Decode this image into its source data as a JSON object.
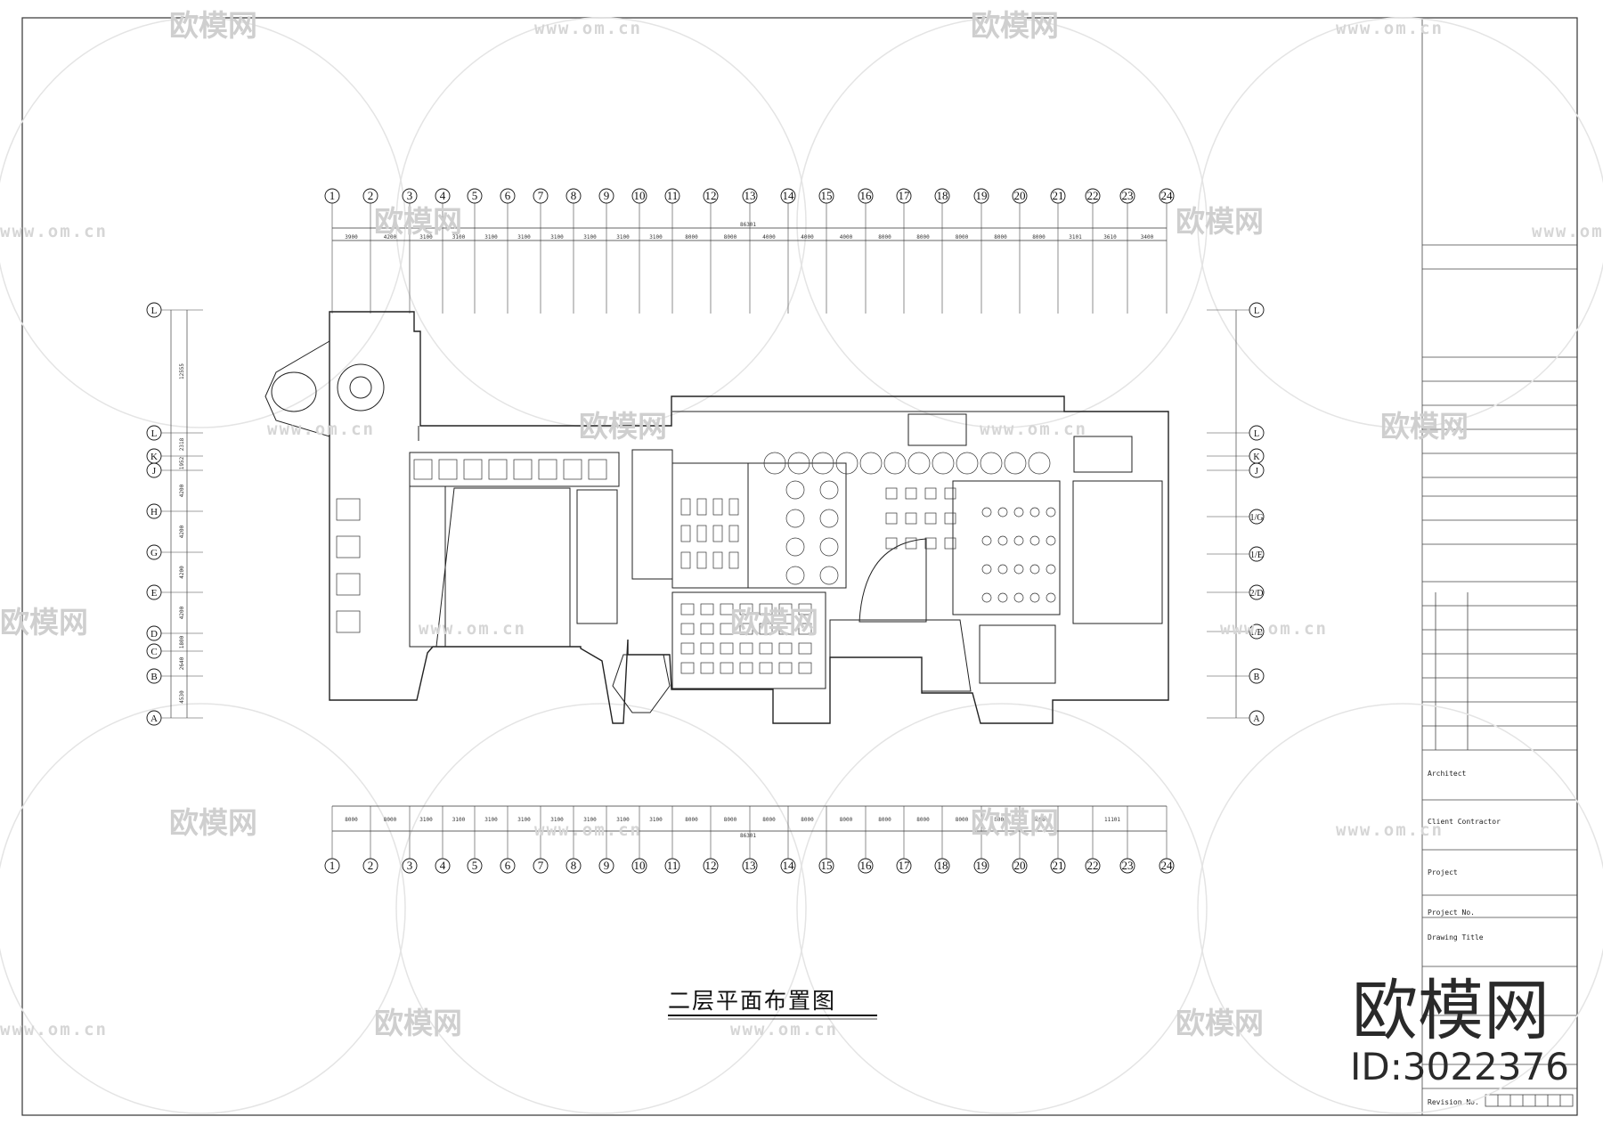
{
  "drawing": {
    "title": "二层平面布置图",
    "total_dimension_top": "86301",
    "total_dimension_bottom": "86301"
  },
  "grid_columns": [
    "1",
    "2",
    "3",
    "4",
    "5",
    "6",
    "7",
    "8",
    "9",
    "10",
    "11",
    "12",
    "13",
    "14",
    "15",
    "16",
    "17",
    "18",
    "19",
    "20",
    "21",
    "22",
    "23",
    "24"
  ],
  "column_spacings_top": [
    "3900",
    "4200",
    "3100",
    "3100",
    "3100",
    "3100",
    "3100",
    "3100",
    "3100",
    "3100",
    "8000",
    "8000",
    "4000",
    "4000",
    "4000",
    "8000",
    "8000",
    "8000",
    "8000",
    "8000",
    "3101",
    "3610",
    "3400"
  ],
  "column_spacings_bottom": [
    "8000",
    "8000",
    "3100",
    "3100",
    "3100",
    "3100",
    "3100",
    "3100",
    "3100",
    "3100",
    "8000",
    "8000",
    "8000",
    "8000",
    "8000",
    "8000",
    "8000",
    "8000",
    "8000",
    "8000",
    "11101"
  ],
  "grid_rows_left": [
    "L",
    "L",
    "K",
    "J",
    "H",
    "G",
    "E",
    "D",
    "C",
    "B",
    "A"
  ],
  "grid_rows_right": [
    "L",
    "L",
    "K",
    "J",
    "1/G",
    "1/E",
    "2/D",
    "1/B",
    "B",
    "A"
  ],
  "row_dimensions": [
    "12555",
    "2318",
    "1952",
    "4200",
    "4200",
    "4200",
    "4200",
    "1800",
    "2640",
    "4530"
  ],
  "title_block": {
    "architect": "Architect",
    "client": "Client Contractor",
    "project": "Project",
    "project_no": "Project No.",
    "drawing_title": "Drawing Title",
    "revision_no": "Revision No."
  },
  "watermark": {
    "brand": "欧模网",
    "url": "www.om.cn",
    "id_label": "ID:3022376"
  }
}
